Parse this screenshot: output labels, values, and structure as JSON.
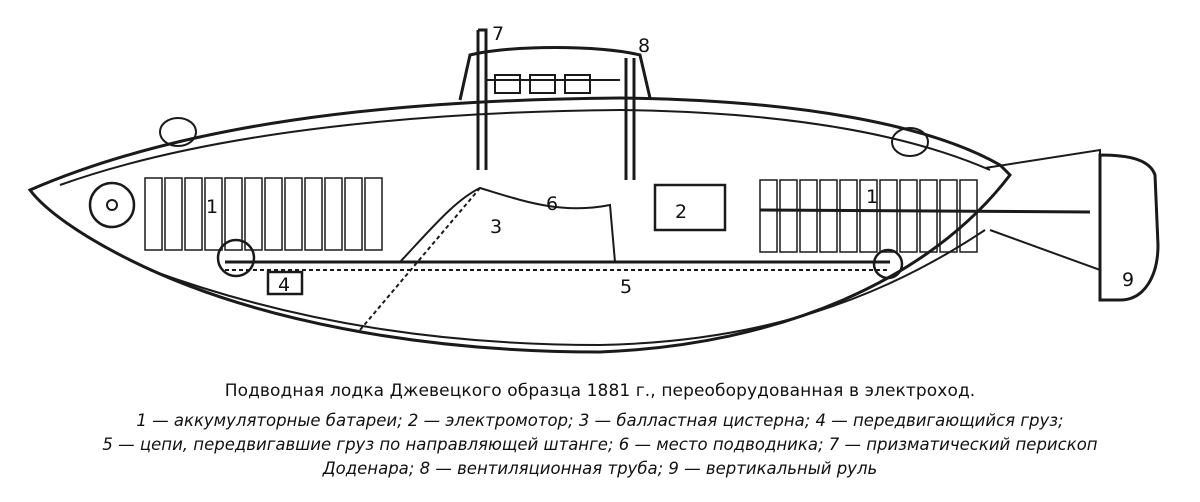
{
  "diagram": {
    "labels": {
      "batteries_fore": "1",
      "batteries_aft": "1",
      "motor": "2",
      "ballast_tank": "3",
      "weight": "4",
      "chains": "5",
      "operator_place": "6",
      "periscope": "7",
      "vent_pipe": "8",
      "rudder": "9"
    }
  },
  "caption": {
    "title": "Подводная лодка Джевецкого образца 1881 г., переоборудованная в электроход.",
    "legend_lines": [
      "1 — аккумуляторные батареи; 2 — электромотор; 3 — балластная цистерна; 4 — передвигающийся груз;",
      "5 — цепи, передвигавшие груз по направляющей штанге; 6 — место подводника; 7 — призматический перископ",
      "Доденара; 8 — вентиляционная труба; 9 — вертикальный руль"
    ]
  }
}
